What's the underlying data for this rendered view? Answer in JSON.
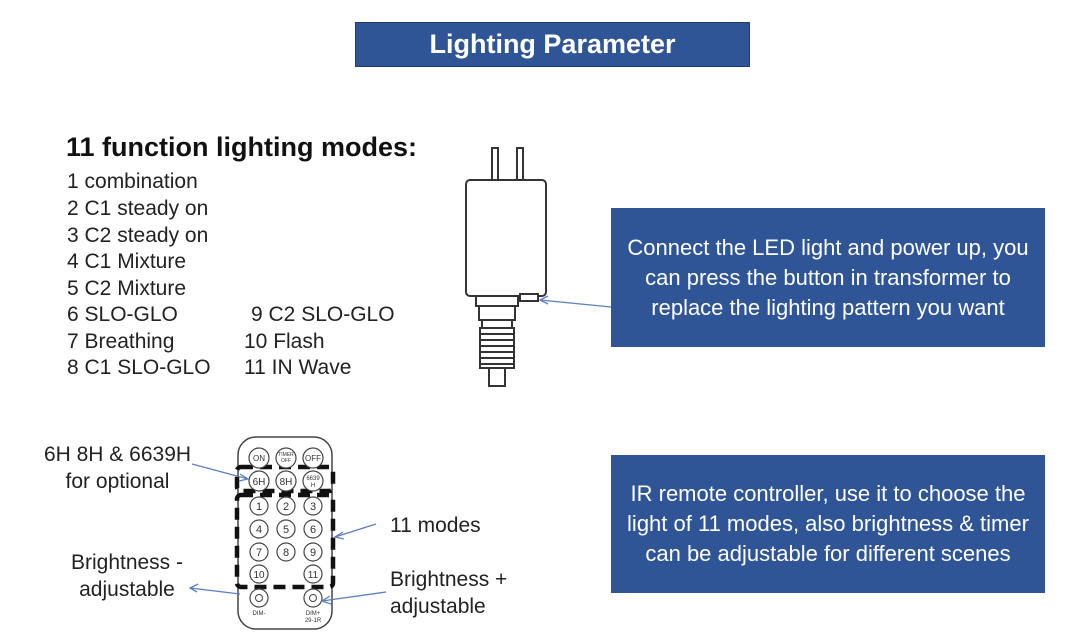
{
  "title": "Lighting Parameter",
  "modes_heading": "11 function lighting modes:",
  "modes": [
    "1 combination",
    "2 C1 steady on",
    "3 C2 steady on",
    "4 C1 Mixture",
    "5 C2 Mixture",
    "6 SLO-GLO",
    "7 Breathing",
    "8 C1 SLO-GLO",
    "9 C2 SLO-GLO",
    "10 Flash",
    "11 IN Wave"
  ],
  "transformer_note": "Connect the LED light and power up, you can press the button in transformer to replace the lighting pattern you want",
  "remote_note": "IR remote controller, use it to choose the light of 11 modes, also brightness & timer can be adjustable for different scenes",
  "callouts": {
    "optional_line1": "6H 8H & 6639H",
    "optional_line2": "for optional",
    "modes": "11 modes",
    "brightness_minus_line1": "Brightness -",
    "brightness_minus_line2": "adjustable",
    "brightness_plus_line1": "Brightness +",
    "brightness_plus_line2": "adjustable"
  },
  "remote": {
    "on": "ON",
    "timer_line1": "TIMER",
    "timer_line2": "OFF",
    "off": "OFF",
    "b6h": "6H",
    "b8h": "8H",
    "b6639_line1": "6639",
    "b6639_line2": "H",
    "numbers": [
      "1",
      "2",
      "3",
      "4",
      "5",
      "6",
      "7",
      "8",
      "9",
      "10",
      "11"
    ],
    "dim_minus": "DIM-",
    "dim_plus": "DIM+",
    "model": "29-1R"
  },
  "colors": {
    "accent_blue": "#2f5597",
    "arrow_blue": "#5b7fbf"
  }
}
